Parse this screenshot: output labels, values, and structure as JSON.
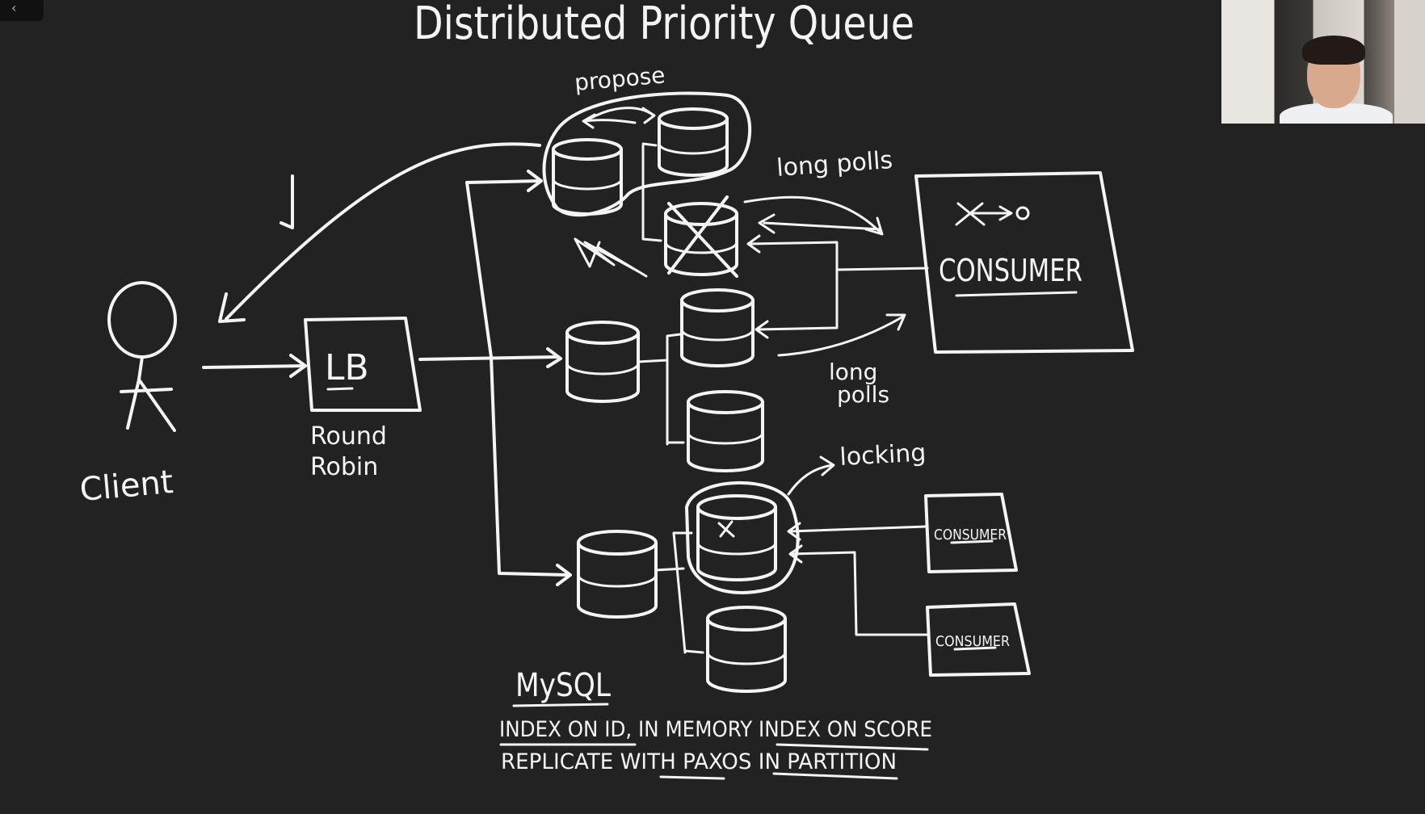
{
  "title": "Distributed Priority Queue",
  "labels": {
    "propose": "propose",
    "long_polls_top": "long polls",
    "long_polls_mid_1": "long",
    "long_polls_mid_2": "polls",
    "locking": "locking",
    "consumer_main": "CONSUMER",
    "consumer_small_1": "CONSUMER",
    "consumer_small_2": "CONSUMER",
    "lb": "LB",
    "round": "Round",
    "robin": "Robin",
    "client": "Client",
    "mysql": "MySQL",
    "note_line1": "INDEX ON ID, IN MEMORY INDEX ON SCORE",
    "note_line2": "REPLICATE WITH PAXOS IN PARTITION"
  },
  "colors": {
    "board": "#222222",
    "chalk": "#f4f4f4"
  },
  "ui": {
    "back_icon": "chevron-left-icon",
    "back_glyph": "‹"
  }
}
